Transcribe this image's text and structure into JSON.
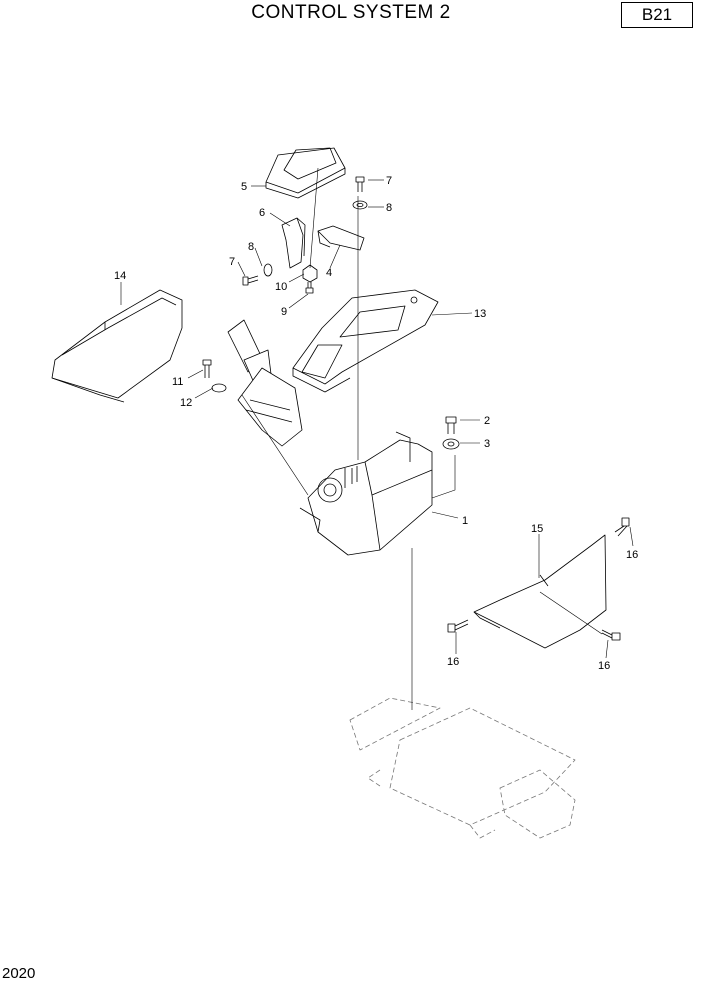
{
  "header": {
    "title": "CONTROL SYSTEM 2",
    "code": "B21"
  },
  "footer": {
    "year": "2020"
  },
  "callouts": [
    "1",
    "2",
    "3",
    "4",
    "5",
    "6",
    "7",
    "8",
    "9",
    "10",
    "11",
    "12",
    "13",
    "14",
    "15",
    "16"
  ]
}
